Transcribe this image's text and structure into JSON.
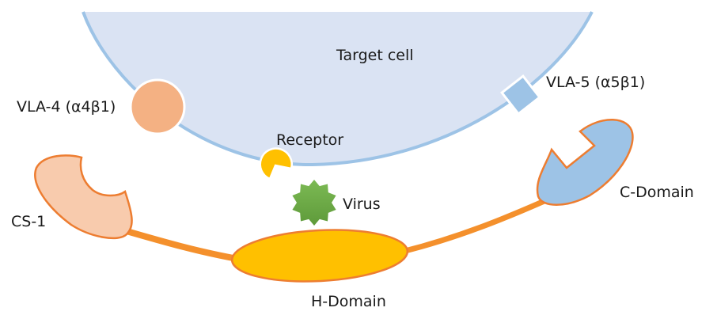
{
  "diagram": {
    "cell": {
      "label": "Target cell"
    },
    "integrins": [
      {
        "id": "vla4",
        "label": "VLA-4 (α4β1)"
      },
      {
        "id": "vla5",
        "label": "VLA-5 (α5β1)"
      }
    ],
    "receptor": {
      "label": "Receptor"
    },
    "virus": {
      "label": "Virus"
    },
    "domains": [
      {
        "id": "cs1",
        "label": "CS-1"
      },
      {
        "id": "h",
        "label": "H-Domain"
      },
      {
        "id": "c",
        "label": "C-Domain"
      }
    ],
    "colors": {
      "cell_fill": "#dae3f3",
      "cell_border": "#9dc3e6",
      "vla4_fill": "#f4b183",
      "vla5_fill": "#9dc3e6",
      "receptor_fill": "#ffc000",
      "virus_fill": "#70ad47",
      "linker": "#f4902c",
      "outline": "#ed7d31",
      "cs1_fill": "#f8cbad",
      "h_fill": "#ffc000",
      "c_fill": "#9dc3e6"
    }
  }
}
